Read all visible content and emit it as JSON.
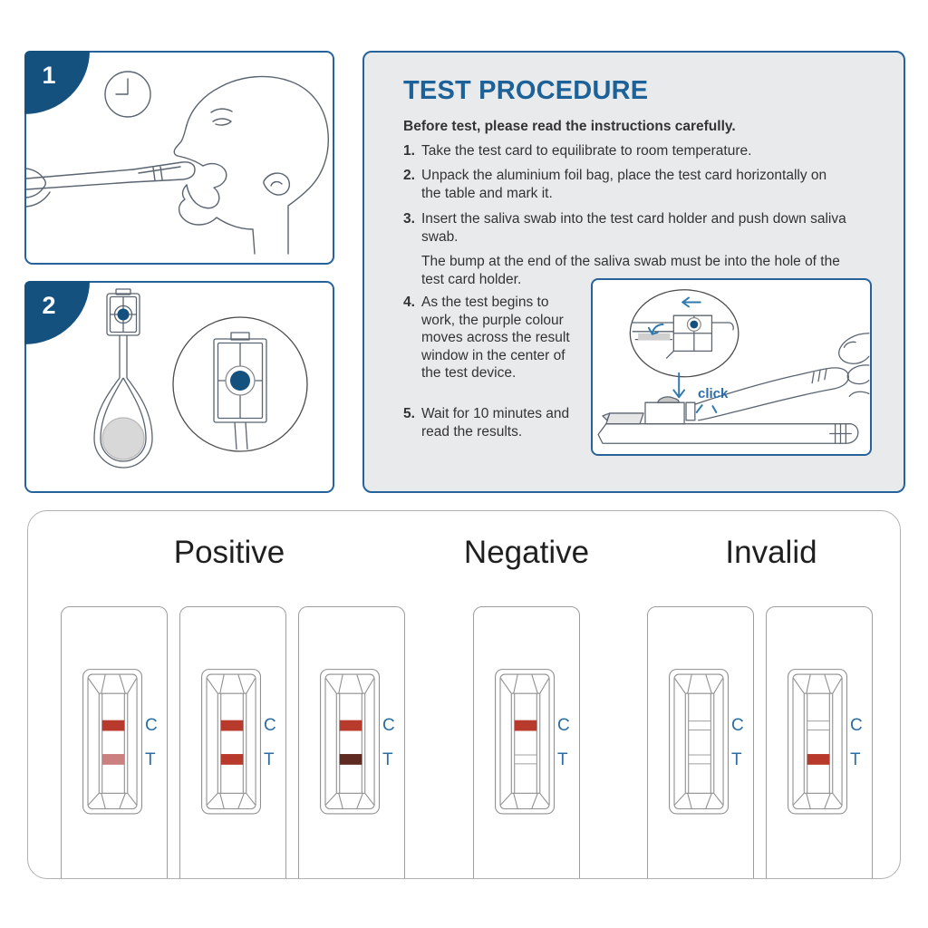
{
  "colors": {
    "panel_border": "#27639b",
    "badge_navy": "#14517f",
    "title_blue": "#1c6298",
    "label_blue": "#2a6da4",
    "click_blue": "#2a6da8",
    "panel_bg": "#e8eaec",
    "body_text": "#333333"
  },
  "panel1": {
    "badge": "1"
  },
  "panel2": {
    "badge": "2"
  },
  "procedure": {
    "title": "TEST PROCEDURE",
    "intro": "Before test, please read the instructions carefully.",
    "steps": [
      {
        "num": "1.",
        "text": "Take the test card to equilibrate to room temperature."
      },
      {
        "num": "2.",
        "text": "Unpack the aluminium foil bag, place the test card horizontally on the table and mark it."
      },
      {
        "num": "3.",
        "text": "Insert the saliva swab into the test card holder and push down saliva swab."
      },
      {
        "num": "",
        "text": "The bump at the end of the saliva swab must be into the hole of the test card holder."
      },
      {
        "num": "4.",
        "text": "As the test begins to work, the purple colour moves across the result window in the center of the test device."
      },
      {
        "num": "5.",
        "text": "Wait for 10 minutes and read the results."
      }
    ],
    "inset": {
      "click_label": "click"
    }
  },
  "results": {
    "control_label": "C",
    "test_label": "T",
    "line_colors": {
      "red": "#b83a2c",
      "faint": "#cb8080",
      "dark": "#5e2a22"
    },
    "sections": [
      {
        "label": "Positive",
        "cassettes": [
          {
            "c": "red",
            "t": "faint"
          },
          {
            "c": "red",
            "t": "red"
          },
          {
            "c": "red",
            "t": "dark"
          }
        ]
      },
      {
        "label": "Negative",
        "cassettes": [
          {
            "c": "red",
            "t": "empty"
          }
        ]
      },
      {
        "label": "Invalid",
        "cassettes": [
          {
            "c": "empty",
            "t": "empty"
          },
          {
            "c": "empty",
            "t": "red"
          }
        ]
      }
    ]
  }
}
